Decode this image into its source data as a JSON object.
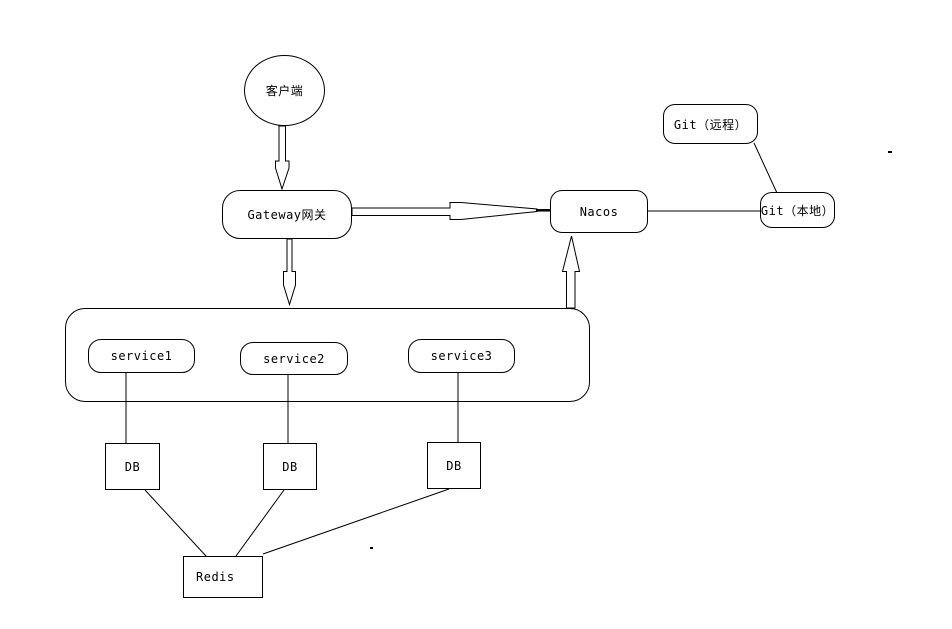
{
  "diagram": {
    "title": "microservice-architecture-diagram",
    "background_color": "#ffffff",
    "stroke_color": "#000000",
    "nodes": {
      "client": {
        "label": "客户端",
        "shape": "ellipse"
      },
      "gateway": {
        "label": "Gateway网关",
        "shape": "rounded-rect"
      },
      "nacos": {
        "label": "Nacos",
        "shape": "rounded-rect"
      },
      "git_remote": {
        "label": "Git（远程）",
        "shape": "rounded-rect"
      },
      "git_local": {
        "label": "Git（本地）",
        "shape": "rounded-rect"
      },
      "services_container": {
        "label": "",
        "shape": "rounded-rect"
      },
      "service1": {
        "label": "service1",
        "shape": "rounded-rect"
      },
      "service2": {
        "label": "service2",
        "shape": "rounded-rect"
      },
      "service3": {
        "label": "service3",
        "shape": "rounded-rect"
      },
      "db1": {
        "label": "DB",
        "shape": "rect"
      },
      "db2": {
        "label": "DB",
        "shape": "rect"
      },
      "db3": {
        "label": "DB",
        "shape": "rect"
      },
      "redis": {
        "label": "Redis",
        "shape": "rect"
      }
    },
    "edges": [
      {
        "from": "client",
        "to": "gateway",
        "style": "hollow-block-arrow",
        "direction": "down"
      },
      {
        "from": "gateway",
        "to": "nacos",
        "style": "hollow-block-arrow",
        "direction": "right"
      },
      {
        "from": "gateway",
        "to": "services_container",
        "style": "hollow-block-arrow",
        "direction": "down"
      },
      {
        "from": "services_container",
        "to": "nacos",
        "style": "hollow-block-arrow",
        "direction": "up"
      },
      {
        "from": "nacos",
        "to": "git_local",
        "style": "plain-line"
      },
      {
        "from": "git_remote",
        "to": "git_local",
        "style": "plain-line"
      },
      {
        "from": "service1",
        "to": "db1",
        "style": "plain-line"
      },
      {
        "from": "service2",
        "to": "db2",
        "style": "plain-line"
      },
      {
        "from": "service3",
        "to": "db3",
        "style": "plain-line"
      },
      {
        "from": "db1",
        "to": "redis",
        "style": "plain-line"
      },
      {
        "from": "db2",
        "to": "redis",
        "style": "plain-line"
      },
      {
        "from": "db3",
        "to": "redis",
        "style": "plain-line"
      }
    ]
  }
}
